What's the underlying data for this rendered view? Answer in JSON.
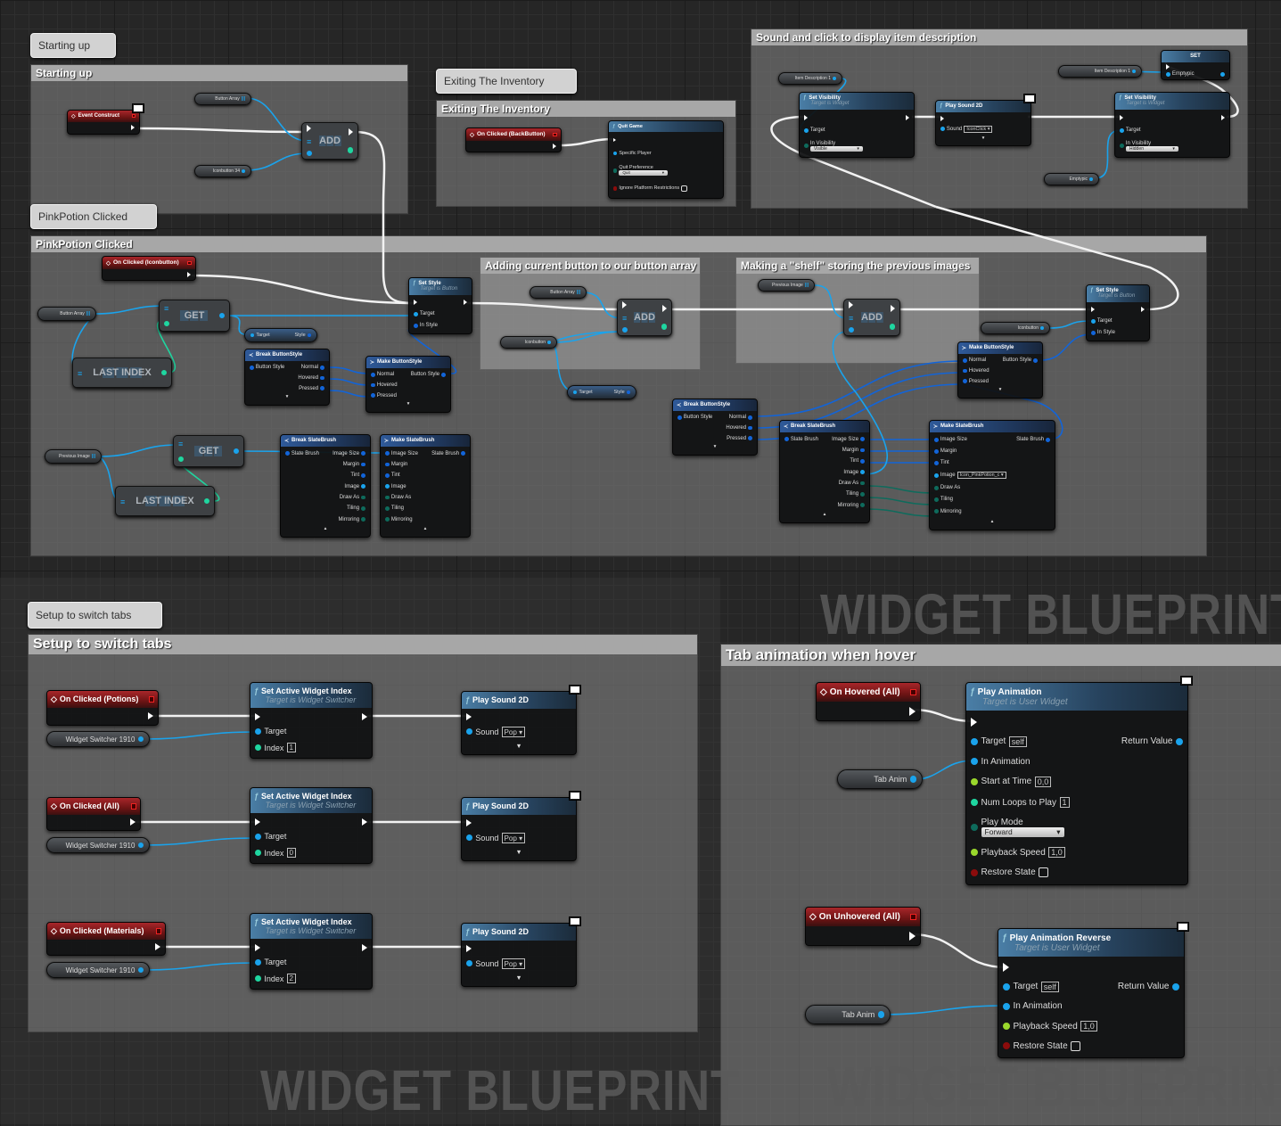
{
  "watermark": "WIDGET BLUEPRINT",
  "comments": [
    {
      "id": "c1",
      "title": "Starting up",
      "tag": "Starting up"
    },
    {
      "id": "c2",
      "title": "Exiting The Inventory",
      "tag": "Exiting The Inventory"
    },
    {
      "id": "c3",
      "title": "Sound and click to display item description"
    },
    {
      "id": "c4",
      "title": "PinkPotion Clicked",
      "tag": "PinkPotion Clicked"
    },
    {
      "id": "c5",
      "title": "Adding current button to our button array"
    },
    {
      "id": "c6",
      "title": "Making a \"shelf\" storing the previous images"
    },
    {
      "id": "c7",
      "title": "Setup to switch tabs",
      "tag": "Setup to switch tabs"
    },
    {
      "id": "c8",
      "title": "Tab animation when hover"
    }
  ],
  "pin_colors": {
    "obj": "#1aa3ec",
    "struct": "#1264d8",
    "enum": "#0e6b5c",
    "int": "#1fd6a0",
    "float": "#9ad82c",
    "bool": "#8c0c0c",
    "array": "#1aa3ec"
  },
  "nodes": [
    {
      "id": "ev_construct",
      "type": "event",
      "title": "Event Construct",
      "dev": true
    },
    {
      "id": "v_btnarr1",
      "type": "var",
      "title": "Button Array",
      "pin": "array"
    },
    {
      "id": "v_iconbtn34",
      "type": "var",
      "title": "Iconbutton 34"
    },
    {
      "id": "add1",
      "type": "macro",
      "title": "ADD",
      "exec": true,
      "array": true
    },
    {
      "id": "ev_back",
      "type": "event",
      "title": "On Clicked (BackButton)"
    },
    {
      "id": "quit",
      "type": "func",
      "title": "Quit Game",
      "exec": true,
      "rows": [
        {
          "l": "Specific Player"
        },
        {
          "l": "Quit Preference",
          "lt": "enum",
          "dd": "Quit"
        },
        {
          "l": "Ignore Platform Restrictions",
          "lt": "bool",
          "cb": true
        }
      ]
    },
    {
      "id": "v_itemdesc1",
      "type": "var",
      "title": "Item Description 1"
    },
    {
      "id": "setvis1",
      "type": "func",
      "title": "Set Visibility",
      "sub": "Target is Widget",
      "exec": true,
      "rows": [
        {
          "l": "Target"
        },
        {
          "l": "In Visibility",
          "lt": "enum",
          "dd": "Visible"
        }
      ]
    },
    {
      "id": "ps_click",
      "type": "func",
      "title": "Play Sound 2D",
      "exec": true,
      "dev": true,
      "expand": "▼",
      "rows": [
        {
          "l": "Sound",
          "lv": "IconClick ▾"
        }
      ]
    },
    {
      "id": "v_itemdesc2",
      "type": "var",
      "title": "Item Description 1"
    },
    {
      "id": "set_emptypic",
      "type": "func",
      "title": "SET",
      "noicon": true,
      "exec": true,
      "rows": [
        {
          "l": "Emptypic",
          "r": " "
        }
      ]
    },
    {
      "id": "setvis2",
      "type": "func",
      "title": "Set Visibility",
      "sub": "Target is Widget",
      "exec": true,
      "rows": [
        {
          "l": "Target"
        },
        {
          "l": "In Visibility",
          "lt": "enum",
          "dd": "Hidden"
        }
      ]
    },
    {
      "id": "v_emptypic",
      "type": "var",
      "title": "Emptypic"
    },
    {
      "id": "ev_icon",
      "type": "event",
      "title": "On Clicked (Iconbutton)"
    },
    {
      "id": "v_btnarr2",
      "type": "var",
      "title": "Button Array",
      "pin": "array"
    },
    {
      "id": "get1",
      "type": "macro",
      "title": "GET",
      "array": true,
      "idx": true
    },
    {
      "id": "last1",
      "type": "macro",
      "title": "LAST INDEX",
      "array": true
    },
    {
      "id": "setstyle1",
      "type": "func",
      "title": "Set Style",
      "sub": "Target is Button",
      "exec": true,
      "rows": [
        {
          "l": "Target"
        },
        {
          "l": "In Style",
          "lt": "struct"
        }
      ]
    },
    {
      "id": "ts1",
      "type": "pill2",
      "l": "Target",
      "r": "Style"
    },
    {
      "id": "bbs1",
      "type": "pure",
      "title": "Break ButtonStyle",
      "icon": "≺",
      "expand": "▼",
      "rows": [
        {
          "l": "Button Style",
          "r": "Normal"
        },
        {
          "r": "Hovered"
        },
        {
          "r": "Pressed"
        }
      ]
    },
    {
      "id": "mbs1",
      "type": "pure",
      "title": "Make ButtonStyle",
      "icon": "≻",
      "expand": "▼",
      "rows": [
        {
          "l": "Normal",
          "r": "Button Style"
        },
        {
          "l": "Hovered"
        },
        {
          "l": "Pressed"
        }
      ]
    },
    {
      "id": "v_prev1",
      "type": "var",
      "title": "Previous Image",
      "pin": "array"
    },
    {
      "id": "get2",
      "type": "macro",
      "title": "GET",
      "array": true,
      "idx": true
    },
    {
      "id": "last2",
      "type": "macro",
      "title": "LAST INDEX",
      "array": true
    },
    {
      "id": "bsb1",
      "type": "pure",
      "title": "Break SlateBrush",
      "icon": "≺",
      "expand": "▲",
      "rows": [
        {
          "l": "Slate Brush",
          "r": "Image Size"
        },
        {
          "r": "Margin"
        },
        {
          "r": "Tint"
        },
        {
          "r": "Image",
          "rt": "obj"
        },
        {
          "r": "Draw As",
          "rt": "enum"
        },
        {
          "r": "Tiling",
          "rt": "enum"
        },
        {
          "r": "Mirroring",
          "rt": "enum"
        }
      ]
    },
    {
      "id": "msb1",
      "type": "pure",
      "title": "Make SlateBrush",
      "icon": "≻",
      "expand": "▲",
      "rows": [
        {
          "l": "Image Size",
          "r": "Slate Brush"
        },
        {
          "l": "Margin"
        },
        {
          "l": "Tint"
        },
        {
          "l": "Image",
          "lt": "obj"
        },
        {
          "l": "Draw As",
          "lt": "enum"
        },
        {
          "l": "Tiling",
          "lt": "enum"
        },
        {
          "l": "Mirroring",
          "lt": "enum"
        }
      ]
    },
    {
      "id": "v_btnarr3",
      "type": "var",
      "title": "Button Array",
      "pin": "array"
    },
    {
      "id": "v_iconbtn2",
      "type": "var",
      "title": "Iconbutton"
    },
    {
      "id": "add2",
      "type": "macro",
      "title": "ADD",
      "exec": true,
      "array": true
    },
    {
      "id": "v_prev2",
      "type": "var",
      "title": "Previous Image",
      "pin": "array"
    },
    {
      "id": "add3",
      "type": "macro",
      "title": "ADD",
      "exec": true,
      "array": true
    },
    {
      "id": "ts2",
      "type": "pill2",
      "l": "Target",
      "r": "Style"
    },
    {
      "id": "bbs2",
      "type": "pure",
      "title": "Break ButtonStyle",
      "icon": "≺",
      "expand": "▼",
      "rows": [
        {
          "l": "Button Style",
          "r": "Normal"
        },
        {
          "r": "Hovered"
        },
        {
          "r": "Pressed"
        }
      ]
    },
    {
      "id": "bsb2",
      "type": "pure",
      "title": "Break SlateBrush",
      "icon": "≺",
      "expand": "▲",
      "rows": [
        {
          "l": "Slate Brush",
          "r": "Image Size"
        },
        {
          "r": "Margin"
        },
        {
          "r": "Tint"
        },
        {
          "r": "Image",
          "rt": "obj"
        },
        {
          "r": "Draw As",
          "rt": "enum"
        },
        {
          "r": "Tiling",
          "rt": "enum"
        },
        {
          "r": "Mirroring",
          "rt": "enum"
        }
      ]
    },
    {
      "id": "msb2",
      "type": "pure",
      "title": "Make SlateBrush",
      "icon": "≻",
      "expand": "▲",
      "rows": [
        {
          "l": "Image Size",
          "r": "Slate Brush"
        },
        {
          "l": "Margin"
        },
        {
          "l": "Tint"
        },
        {
          "l": "Image",
          "lt": "obj",
          "lv": "Icon_PinkPotion_c ▾"
        },
        {
          "l": "Draw As",
          "lt": "enum"
        },
        {
          "l": "Tiling",
          "lt": "enum"
        },
        {
          "l": "Mirroring",
          "lt": "enum"
        }
      ]
    },
    {
      "id": "mbs2",
      "type": "pure",
      "title": "Make ButtonStyle",
      "icon": "≻",
      "expand": "▼",
      "rows": [
        {
          "l": "Normal",
          "r": "Button Style"
        },
        {
          "l": "Hovered"
        },
        {
          "l": "Pressed"
        }
      ]
    },
    {
      "id": "v_iconbtn3",
      "type": "var",
      "title": "Iconbutton"
    },
    {
      "id": "setstyle2",
      "type": "func",
      "title": "Set Style",
      "sub": "Target is Button",
      "exec": true,
      "rows": [
        {
          "l": "Target"
        },
        {
          "l": "In Style",
          "lt": "struct"
        }
      ]
    },
    {
      "id": "ev_potions",
      "type": "event",
      "title": "On Clicked (Potions)"
    },
    {
      "id": "v_ws1",
      "type": "var",
      "title": "Widget Switcher 1910"
    },
    {
      "id": "sawi1",
      "type": "func",
      "title": "Set Active Widget Index",
      "sub": "Target is Widget Switcher",
      "exec": true,
      "rows": [
        {
          "l": "Target"
        },
        {
          "l": "Index",
          "lt": "int",
          "lv": "1"
        }
      ]
    },
    {
      "id": "ps1",
      "type": "func",
      "title": "Play Sound 2D",
      "exec": true,
      "dev": true,
      "expand": "▼",
      "rows": [
        {
          "l": "Sound",
          "lv": "Pop ▾"
        }
      ]
    },
    {
      "id": "ev_all",
      "type": "event",
      "title": "On Clicked (All)"
    },
    {
      "id": "v_ws2",
      "type": "var",
      "title": "Widget Switcher 1910"
    },
    {
      "id": "sawi2",
      "type": "func",
      "title": "Set Active Widget Index",
      "sub": "Target is Widget Switcher",
      "exec": true,
      "rows": [
        {
          "l": "Target"
        },
        {
          "l": "Index",
          "lt": "int",
          "lv": "0"
        }
      ]
    },
    {
      "id": "ps2",
      "type": "func",
      "title": "Play Sound 2D",
      "exec": true,
      "dev": true,
      "expand": "▼",
      "rows": [
        {
          "l": "Sound",
          "lv": "Pop ▾"
        }
      ]
    },
    {
      "id": "ev_materials",
      "type": "event",
      "title": "On Clicked (Materials)"
    },
    {
      "id": "v_ws3",
      "type": "var",
      "title": "Widget Switcher 1910"
    },
    {
      "id": "sawi3",
      "type": "func",
      "title": "Set Active Widget Index",
      "sub": "Target is Widget Switcher",
      "exec": true,
      "rows": [
        {
          "l": "Target"
        },
        {
          "l": "Index",
          "lt": "int",
          "lv": "2"
        }
      ]
    },
    {
      "id": "ps3",
      "type": "func",
      "title": "Play Sound 2D",
      "exec": true,
      "dev": true,
      "expand": "▼",
      "rows": [
        {
          "l": "Sound",
          "lv": "Pop ▾"
        }
      ]
    },
    {
      "id": "ev_hover",
      "type": "event",
      "title": "On Hovered (All)"
    },
    {
      "id": "v_tab1",
      "type": "var",
      "title": "Tab Anim"
    },
    {
      "id": "playanim",
      "type": "func",
      "title": "Play Animation",
      "sub": "Target is User Widget",
      "exec": true,
      "dev": true,
      "rows": [
        {
          "l": "Target",
          "lv": "self",
          "r": "Return Value"
        },
        {
          "l": "In Animation"
        },
        {
          "l": "Start at Time",
          "lt": "float",
          "lv": "0,0"
        },
        {
          "l": "Num Loops to Play",
          "lt": "int",
          "lv": "1"
        },
        {
          "l": "Play Mode",
          "lt": "enum",
          "dd": "Forward"
        },
        {
          "l": "Playback Speed",
          "lt": "float",
          "lv": "1,0"
        },
        {
          "l": "Restore State",
          "lt": "bool",
          "cb": true
        }
      ]
    },
    {
      "id": "ev_unhover",
      "type": "event",
      "title": "On Unhovered (All)"
    },
    {
      "id": "v_tab2",
      "type": "var",
      "title": "Tab Anim"
    },
    {
      "id": "playrev",
      "type": "func",
      "title": "Play Animation Reverse",
      "sub": "Target is User Widget",
      "exec": true,
      "dev": true,
      "rows": [
        {
          "l": "Target",
          "lv": "self",
          "r": "Return Value"
        },
        {
          "l": "In Animation"
        },
        {
          "l": "Playback Speed",
          "lt": "float",
          "lv": "1,0"
        },
        {
          "l": "Restore State",
          "lt": "bool",
          "cb": true
        }
      ]
    }
  ]
}
